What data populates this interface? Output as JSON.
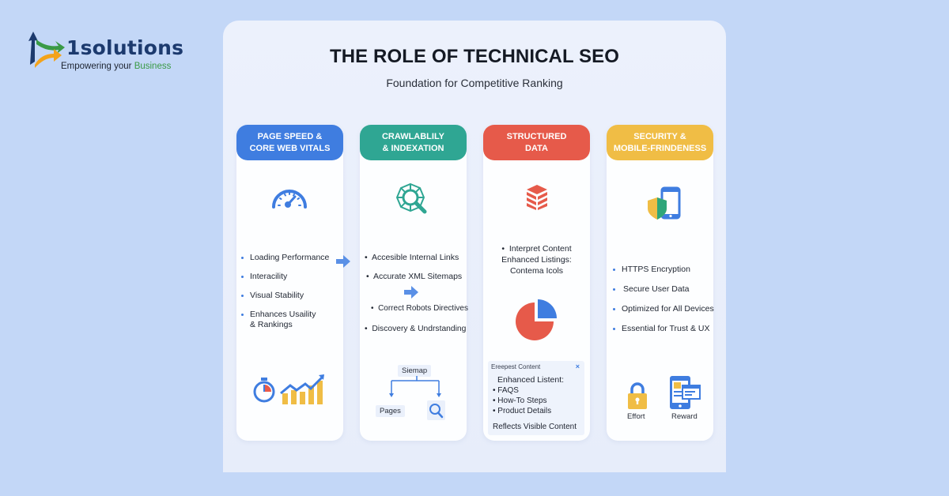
{
  "logo": {
    "brand": "1solutions",
    "tagline_prefix": "Empowering your ",
    "tagline_accent": "Business",
    "colors": {
      "brand": "#1c3a6e",
      "accent": "#3a9a46",
      "mark_green": "#3a9a46",
      "mark_orange": "#f3a31b",
      "mark_blue": "#1c3a6e"
    }
  },
  "infographic": {
    "title": "THE ROLE OF TECHNICAL SEO",
    "subtitle": "Foundation for Competitive Ranking",
    "columns": [
      {
        "heading": "PAGE SPEED &\nCORE WEB VITALS",
        "color": "#3f7de0",
        "icon": "speedometer-icon",
        "bullets": [
          "Loading Performance",
          "Interacility",
          "Visual Stability",
          "Enhances Usaility\n& Rankings"
        ],
        "footer_icons": [
          "stopwatch-icon",
          "growth-chart-icon"
        ]
      },
      {
        "heading": "CRAWLABLILY\n& INDEXATION",
        "color": "#2fa693",
        "icon": "web-search-icon",
        "bullets": [
          "Accesible Internal Links",
          "Accurate XML Sitemaps",
          "Correct Robots Directives",
          "Discovery & Undrstanding"
        ],
        "diagram": {
          "root": "Siemap",
          "left_child": "Pages",
          "right_child_icon": "search-icon"
        }
      },
      {
        "heading": "STRUCTURED\nDATA",
        "color": "#e65a4a",
        "icon": "layered-stack-icon",
        "bullets": [
          "Interpret Content"
        ],
        "extra_lines": [
          "Enhanced Listings:",
          "Contema Icols"
        ],
        "chart_icon": "pie-chart-icon",
        "result_card": {
          "header": "Ereepest Content",
          "close": "×",
          "title": "Enhanced Listent:",
          "items": [
            "FAQS",
            "How-To Steps",
            "Product Details"
          ],
          "footer": "Reflects Visible Content"
        }
      },
      {
        "heading": "SECURITY &\nMOBILE-FRINDENESS",
        "color": "#f0bd45",
        "icon": "shield-phone-icon",
        "bullets": [
          "HTTPS Encryption",
          "Secure User Data",
          "Optimized for All Devices",
          "Essential for Trust & UX"
        ],
        "footer_items": [
          {
            "icon": "padlock-icon",
            "label": "Effort"
          },
          {
            "icon": "mobile-content-icon",
            "label": "Reward"
          }
        ]
      }
    ],
    "connector_arrows": [
      "arrow-right",
      "arrow-right"
    ]
  }
}
